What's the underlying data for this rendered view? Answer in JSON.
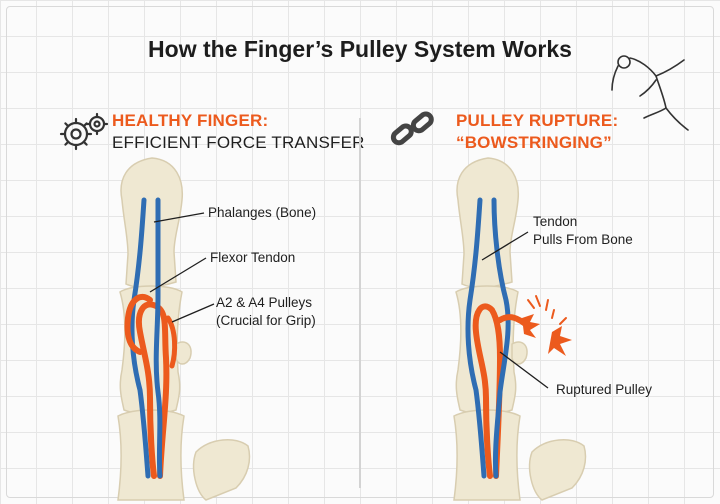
{
  "title": "How the Finger’s Pulley System Works",
  "healthy": {
    "heading": "HEALTHY FINGER:",
    "subheading": "EFFICIENT FORCE TRANSFER",
    "labels": {
      "phalanges": "Phalanges (Bone)",
      "flexor_tendon": "Flexor Tendon",
      "pulleys_line1": "A2 & A4 Pulleys",
      "pulleys_line2": "(Crucial for Grip)"
    }
  },
  "rupture": {
    "heading_line1": "PULLEY RUPTURE:",
    "heading_line2": "“BOWSTRINGING”",
    "labels": {
      "tendon_line1": "Tendon",
      "tendon_line2": "Pulls From Bone",
      "ruptured_pulley": "Ruptured Pulley"
    }
  },
  "icons": {
    "healthy": "gears-icon",
    "rupture": "broken-chain-icon",
    "corner": "climber-sketch-icon"
  },
  "colors": {
    "accent_orange": "#ec5a1d",
    "tendon_blue": "#2f6db3",
    "bone": "#efe8d2",
    "bone_outline": "#d8cdb0"
  }
}
